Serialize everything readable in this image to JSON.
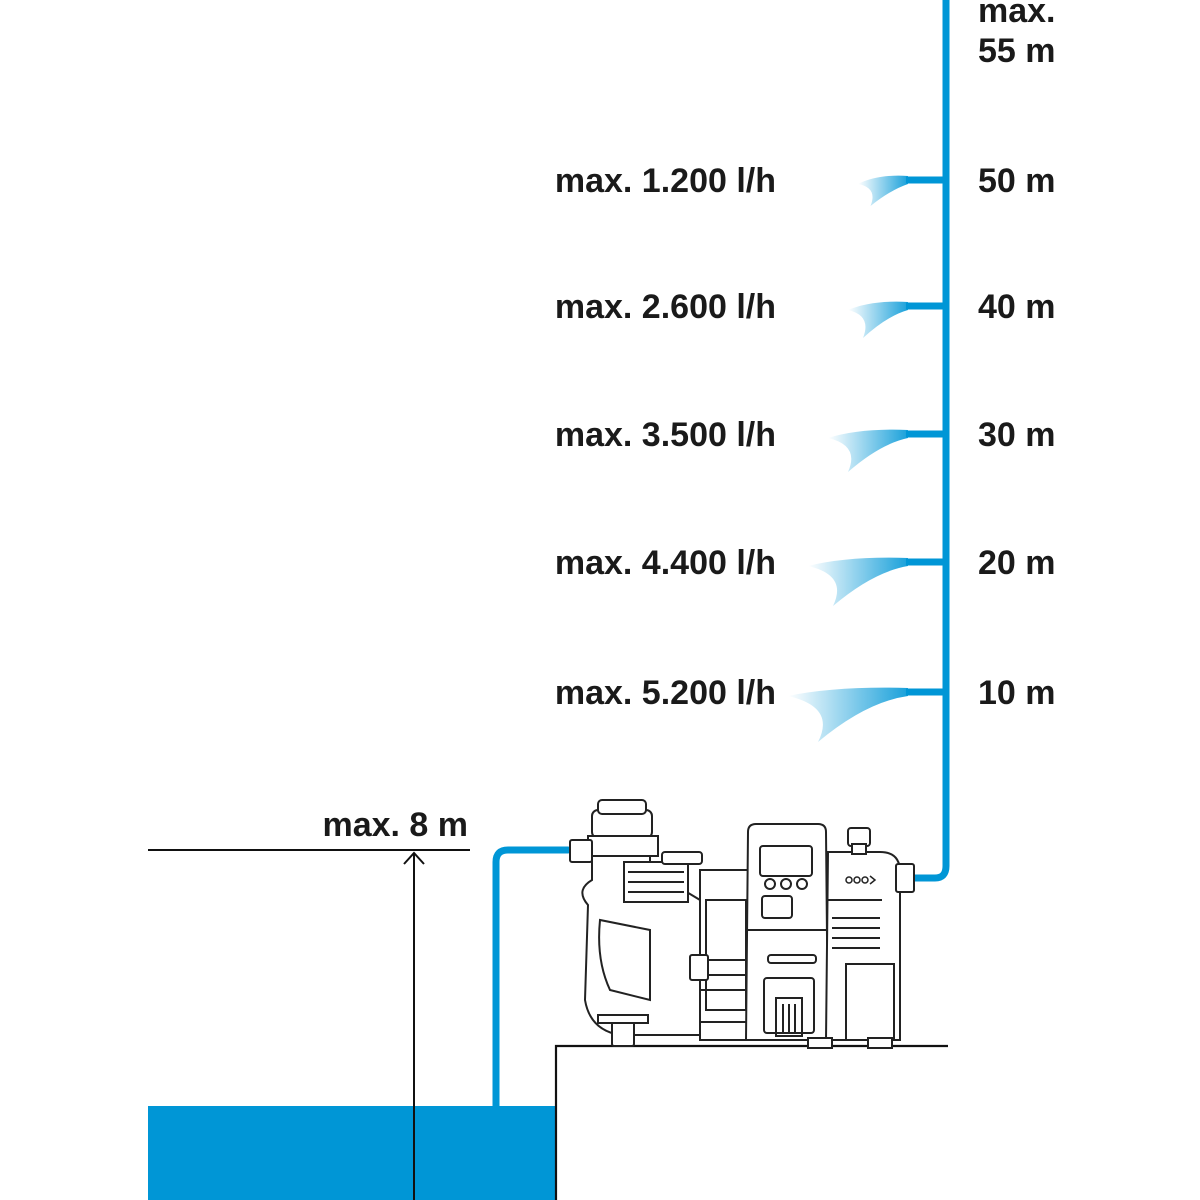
{
  "colors": {
    "water": "#0096d6",
    "line": "#111111",
    "spray": "#7fcdee",
    "background": "#ffffff"
  },
  "heights": [
    {
      "height": "10 m",
      "flow": "max. 5.200 l/h"
    },
    {
      "height": "20 m",
      "flow": "max. 4.400 l/h"
    },
    {
      "height": "30 m",
      "flow": "max. 3.500 l/h"
    },
    {
      "height": "40 m",
      "flow": "max. 2.600 l/h"
    },
    {
      "height": "50 m",
      "flow": "max. 1.200 l/h"
    }
  ],
  "max_height": {
    "line1": "max.",
    "line2": "55 m"
  },
  "suction": {
    "label": "max. 8 m"
  },
  "icons": [
    "pump-icon",
    "water-drops-icon",
    "arrow-up-icon"
  ]
}
